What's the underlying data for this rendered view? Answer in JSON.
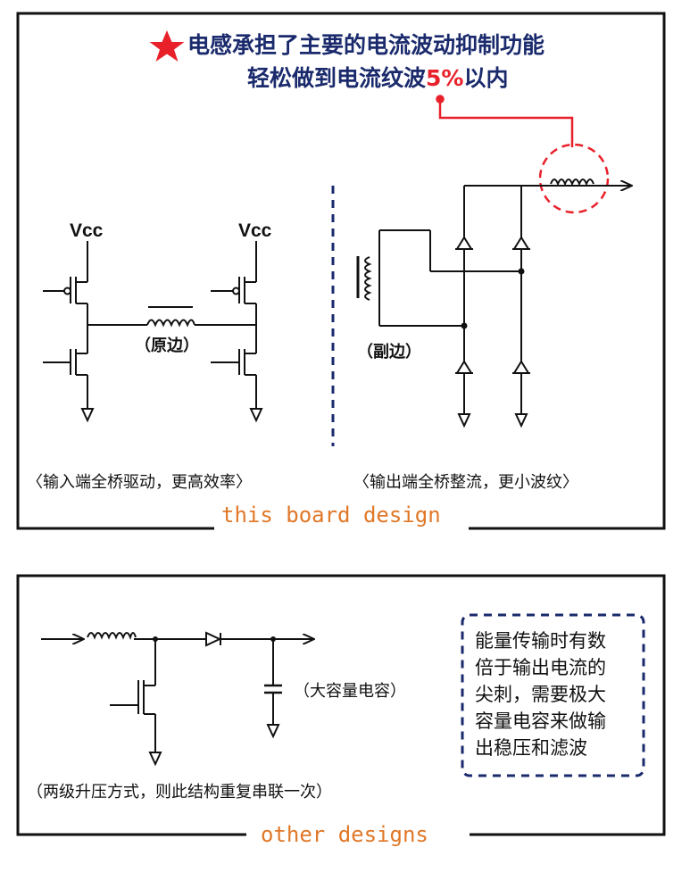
{
  "top_panel": {
    "heading_line1": "电感承担了主要的电流波动抑制功能",
    "heading_line2_prefix": "轻松做到电流纹波",
    "heading_line2_highlight": "5%",
    "heading_line2_suffix": "以内",
    "vcc_left": "Vcc",
    "vcc_right": "Vcc",
    "primary_label": "（原边）",
    "secondary_label": "（副边）",
    "input_caption": "〈输入端全桥驱动，更高效率〉",
    "output_caption": "〈输出端全桥整流，更小波纹〉",
    "footer": "this board design"
  },
  "bottom_panel": {
    "capacitor_label": "（大容量电容）",
    "note_lines": [
      "能量传输时有数",
      "倍于输出电流的",
      "尖刺，需要极大",
      "容量电容来做输",
      "出稳压和滤波"
    ],
    "caption": "（两级升压方式，则此结构重复串联一次）",
    "footer": "other designs"
  },
  "colors": {
    "heading": "#1a2a6c",
    "highlight": "#e8202a",
    "footer_text": "#e07828",
    "dashed_note_border": "#1a2a6c"
  }
}
